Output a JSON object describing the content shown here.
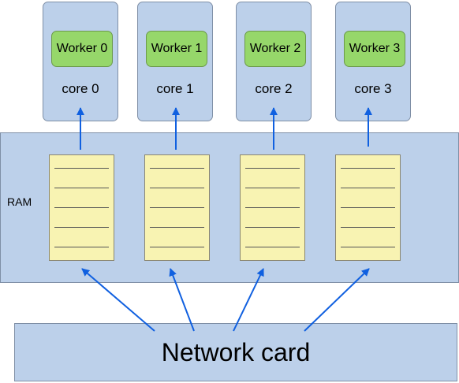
{
  "cores": [
    {
      "worker_label": "Worker 0",
      "core_label": "core 0"
    },
    {
      "worker_label": "Worker 1",
      "core_label": "core 1"
    },
    {
      "worker_label": "Worker 2",
      "core_label": "core 2"
    },
    {
      "worker_label": "Worker 3",
      "core_label": "core 3"
    }
  ],
  "ram": {
    "label": "RAM"
  },
  "network_card": {
    "label": "Network card"
  },
  "colors": {
    "box_fill": "#bcd0ea",
    "worker_fill": "#96d76a",
    "buffer_fill": "#f8f3b2",
    "arrow": "#1060e0"
  }
}
